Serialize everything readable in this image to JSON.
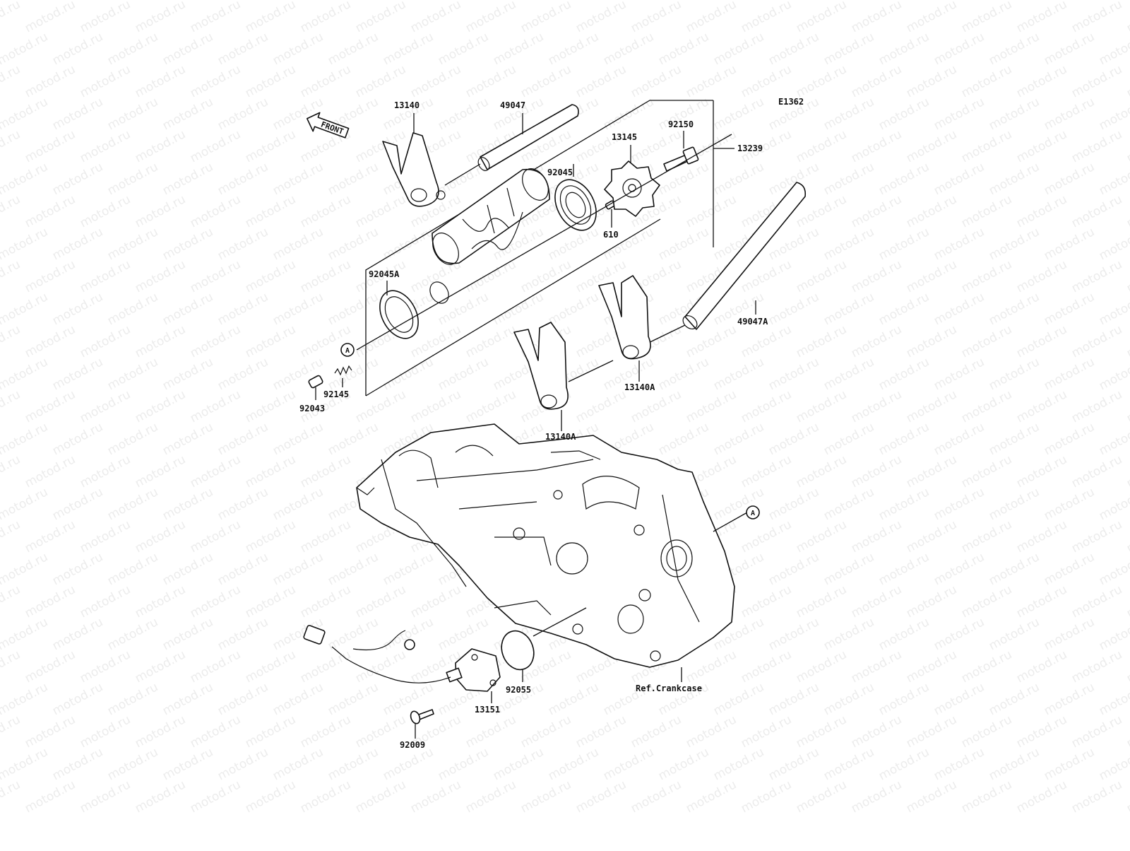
{
  "diagram": {
    "code": "E1362",
    "front_label": "FRONT",
    "ref_label": "Ref.Crankcase",
    "watermark": "motod.ru",
    "callout_a": "A",
    "parts": {
      "p13140": "13140",
      "p49047": "49047",
      "p13239": "13239",
      "p92150": "92150",
      "p13145": "13145",
      "p92045": "92045",
      "p610": "610",
      "p92045a": "92045A",
      "p49047a": "49047A",
      "p13140a_1": "13140A",
      "p13140a_2": "13140A",
      "p92145": "92145",
      "p92043": "92043",
      "p92055": "92055",
      "p13151": "13151",
      "p92009": "92009"
    }
  }
}
